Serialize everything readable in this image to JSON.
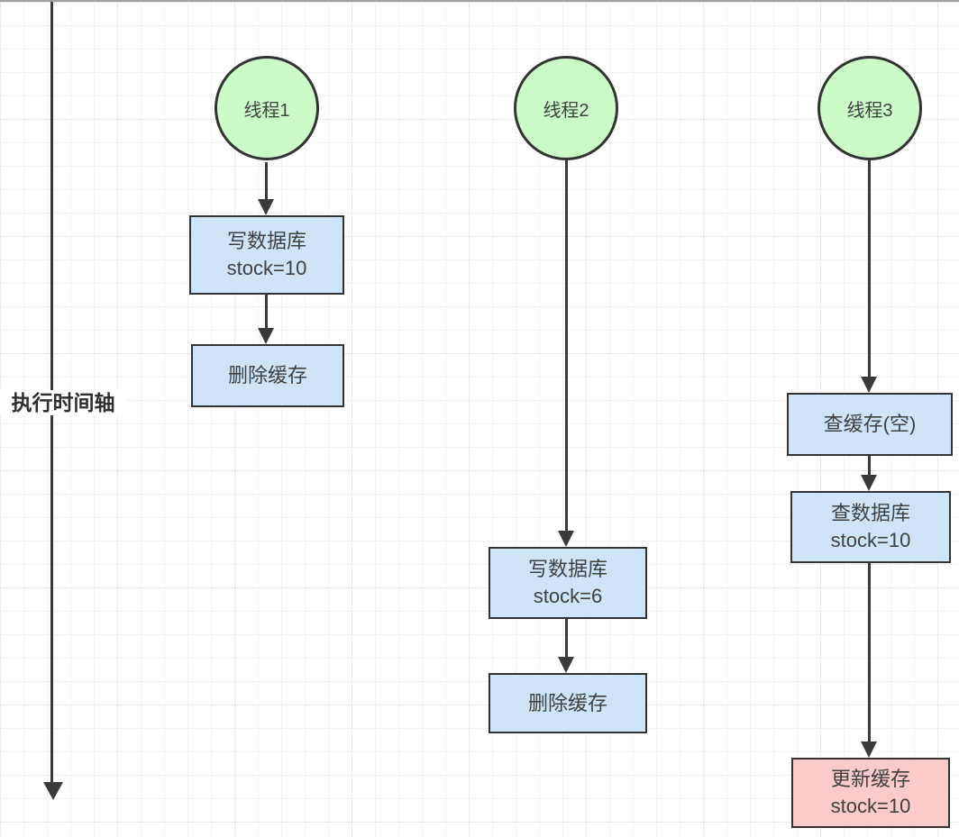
{
  "colors": {
    "thread_circle_fill": "#cbfcc8",
    "thread_circle_border": "#333333",
    "step_box_fill_blue": "#cfe5f7",
    "step_box_fill_pink": "#fbcaca",
    "step_box_border": "#333333",
    "arrow_color": "#3a3a3a",
    "grid_line": "#f1f1f4",
    "text_color": "#3f3f3f"
  },
  "timeline": {
    "label": "执行时间轴"
  },
  "threads": [
    {
      "name": "线程1",
      "steps": [
        {
          "label": "写数据库",
          "value": "stock=10"
        },
        {
          "label": "删除缓存"
        }
      ]
    },
    {
      "name": "线程2",
      "steps": [
        {
          "label": "写数据库",
          "value": "stock=6"
        },
        {
          "label": "删除缓存"
        }
      ]
    },
    {
      "name": "线程3",
      "steps": [
        {
          "label": "查缓存(空)"
        },
        {
          "label": "查数据库",
          "value": "stock=10"
        },
        {
          "label": "更新缓存",
          "value": "stock=10",
          "highlight": "pink"
        }
      ]
    }
  ]
}
